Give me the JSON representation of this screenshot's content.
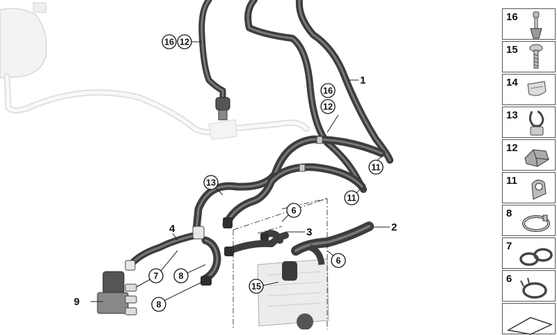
{
  "callouts": [
    {
      "id": "c1",
      "label": "1"
    },
    {
      "id": "c2",
      "label": "2"
    },
    {
      "id": "c3",
      "label": "3"
    },
    {
      "id": "c4",
      "label": "4"
    },
    {
      "id": "c9",
      "label": "9"
    }
  ],
  "circles": [
    {
      "id": "k16a",
      "label": "16"
    },
    {
      "id": "k12a",
      "label": "12"
    },
    {
      "id": "k16b",
      "label": "16"
    },
    {
      "id": "k12b",
      "label": "12"
    },
    {
      "id": "k11a",
      "label": "11"
    },
    {
      "id": "k11b",
      "label": "11"
    },
    {
      "id": "k13",
      "label": "13"
    },
    {
      "id": "k6a",
      "label": "6"
    },
    {
      "id": "k6b",
      "label": "6"
    },
    {
      "id": "k7",
      "label": "7"
    },
    {
      "id": "k8a",
      "label": "8"
    },
    {
      "id": "k8b",
      "label": "8"
    },
    {
      "id": "k15",
      "label": "15"
    }
  ],
  "parts_panel": [
    {
      "number": "16",
      "icon": "pin-clip-icon"
    },
    {
      "number": "15",
      "icon": "screw-icon"
    },
    {
      "number": "14",
      "icon": "spring-clip-icon"
    },
    {
      "number": "13",
      "icon": "hose-holder-icon"
    },
    {
      "number": "12",
      "icon": "double-clip-icon"
    },
    {
      "number": "11",
      "icon": "hose-clip-icon"
    },
    {
      "number": "8",
      "icon": "hose-clamp-icon"
    },
    {
      "number": "7",
      "icon": "double-clamp-icon"
    },
    {
      "number": "6",
      "icon": "spring-clamp-icon"
    },
    {
      "number": "",
      "icon": "gasket-icon"
    }
  ]
}
